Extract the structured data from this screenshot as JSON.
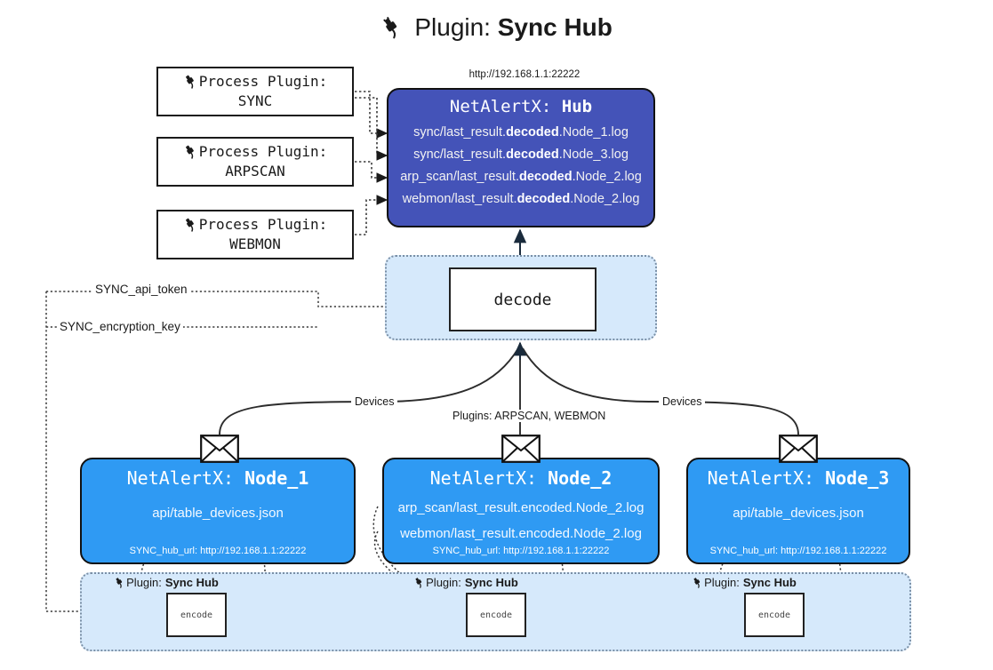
{
  "title": {
    "icon": "plug-icon",
    "prefix": "Plugin: ",
    "name": "Sync Hub"
  },
  "hub": {
    "url": "http://192.168.1.1:22222",
    "title_prefix": "NetAlertX: ",
    "title_name": "Hub",
    "files": [
      {
        "pre": "sync/last_result.",
        "bold": "decoded",
        "post": ".Node_1.log"
      },
      {
        "pre": "sync/last_result.",
        "bold": "decoded",
        "post": ".Node_3.log"
      },
      {
        "pre": "arp_scan/last_result.",
        "bold": "decoded",
        "post": ".Node_2.log"
      },
      {
        "pre": "webmon/last_result.",
        "bold": "decoded",
        "post": ".Node_2.log"
      }
    ]
  },
  "process_plugins": [
    {
      "icon": "plug-icon",
      "label": "Process Plugin:",
      "name": "SYNC"
    },
    {
      "icon": "plug-icon",
      "label": "Process Plugin:",
      "name": "ARPSCAN"
    },
    {
      "icon": "plug-icon",
      "label": "Process Plugin:",
      "name": "WEBMON"
    }
  ],
  "decode": {
    "label": "decode"
  },
  "keys": {
    "api_token": "SYNC_api_token",
    "encryption_key": "SYNC_encryption_key"
  },
  "edge_labels": {
    "devices_left": "Devices",
    "devices_right": "Devices",
    "plugins_mid": "Plugins: ARPSCAN, WEBMON"
  },
  "nodes": [
    {
      "icon": "envelope-icon",
      "title_prefix": "NetAlertX: ",
      "title_name": "Node_1",
      "lines": [
        "api/table_devices.json"
      ],
      "hub_url": "SYNC_hub_url: http://192.168.1.1:22222"
    },
    {
      "icon": "envelope-icon",
      "title_prefix": "NetAlertX: ",
      "title_name": "Node_2",
      "lines": [
        "arp_scan/last_result.encoded.Node_2.log",
        "webmon/last_result.encoded.Node_2.log"
      ],
      "hub_url": "SYNC_hub_url: http://192.168.1.1:22222"
    },
    {
      "icon": "envelope-icon",
      "title_prefix": "NetAlertX: ",
      "title_name": "Node_3",
      "lines": [
        "api/table_devices.json"
      ],
      "hub_url": "SYNC_hub_url: http://192.168.1.1:22222"
    }
  ],
  "encode_groups": [
    {
      "icon": "plug-icon",
      "label": "Plugin:",
      "name": "Sync Hub",
      "box": "encode"
    },
    {
      "icon": "plug-icon",
      "label": "Plugin:",
      "name": "Sync Hub",
      "box": "encode"
    },
    {
      "icon": "plug-icon",
      "label": "Plugin:",
      "name": "Sync Hub",
      "box": "encode"
    }
  ],
  "colors": {
    "hub_fill": "#4453b8",
    "node_fill": "#2f9af3",
    "container_fill": "#d6e9fb",
    "stroke": "#111111",
    "dotted_stroke": "#7a8fa6"
  }
}
